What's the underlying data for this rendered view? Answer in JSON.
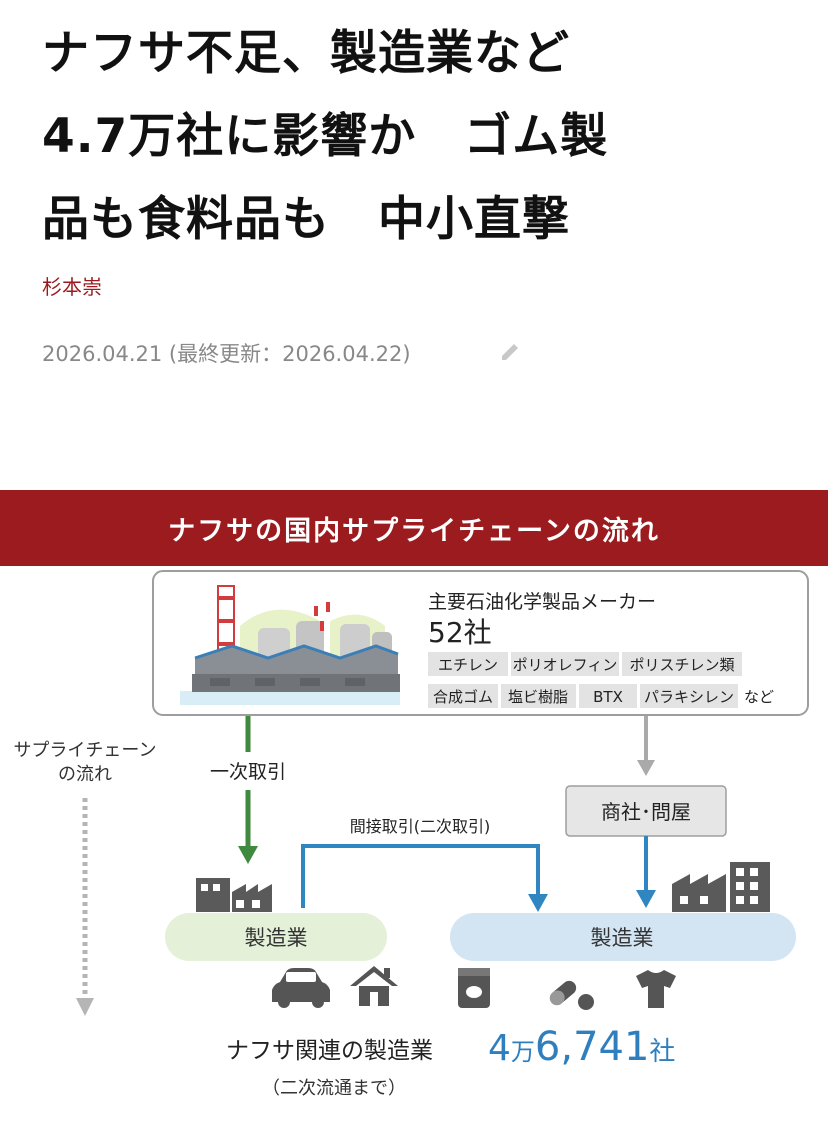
{
  "article": {
    "headline_lines": [
      "ナフサ不足、製造業など",
      "4.7万社に影響か　ゴム製",
      "品も食料品も　中小直撃"
    ],
    "author": "杉本崇",
    "dates": "2026.04.21 (最終更新：2026.04.22)"
  },
  "figure": {
    "banner_title": "ナフサの国内サプライチェーンの流れ",
    "maker": {
      "label": "主要石油化学製品メーカー",
      "count": "52社",
      "products_row1": [
        "エチレン",
        "ポリオレフィン",
        "ポリスチレン類"
      ],
      "products_row2": [
        "合成ゴム",
        "塩ビ樹脂",
        "BTX",
        "パラキシレン"
      ],
      "products_suffix": "など"
    },
    "side_label_line1": "サプライチェーン",
    "side_label_line2": "の流れ",
    "primary_trade": "一次取引",
    "indirect_trade": "間接取引(二次取引)",
    "trading_company": "商社･問屋",
    "manufacturer_left": "製造業",
    "manufacturer_right": "製造業",
    "icons": [
      "car-icon",
      "house-icon",
      "food-package-icon",
      "pill-icon",
      "tshirt-icon"
    ],
    "summary_label": "ナフサ関連の製造業",
    "summary_count_prefix": "4",
    "summary_count_unit1": "万",
    "summary_count_main": "6,741",
    "summary_count_unit2": "社",
    "summary_note": "（二次流通まで）",
    "colors": {
      "banner": "#9b1b1e",
      "primary_arrow": "#3f8a3e",
      "indirect_arrow": "#2f86c1",
      "count": "#2f7fbf"
    }
  }
}
